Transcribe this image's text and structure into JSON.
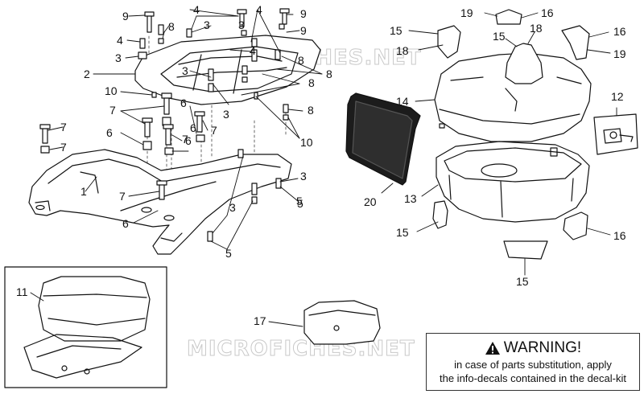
{
  "callouts": [
    {
      "label": "9"
    },
    {
      "label": "4"
    },
    {
      "label": "3"
    },
    {
      "label": "8"
    },
    {
      "label": "4"
    },
    {
      "label": "3"
    },
    {
      "label": "2"
    },
    {
      "label": "10"
    },
    {
      "label": "7"
    },
    {
      "label": "6"
    },
    {
      "label": "7"
    },
    {
      "label": "6"
    },
    {
      "label": "7"
    },
    {
      "label": "6"
    },
    {
      "label": "7"
    },
    {
      "label": "6"
    },
    {
      "label": "7"
    },
    {
      "label": "1"
    },
    {
      "label": "7"
    },
    {
      "label": "6"
    },
    {
      "label": "3"
    },
    {
      "label": "5"
    },
    {
      "label": "5"
    },
    {
      "label": "4"
    },
    {
      "label": "9"
    },
    {
      "label": "3"
    },
    {
      "label": "4"
    },
    {
      "label": "9"
    },
    {
      "label": "8"
    },
    {
      "label": "8"
    },
    {
      "label": "8"
    },
    {
      "label": "3"
    },
    {
      "label": "10"
    },
    {
      "label": "3"
    },
    {
      "label": "5"
    },
    {
      "label": "8"
    },
    {
      "label": "3"
    },
    {
      "label": "19"
    },
    {
      "label": "16"
    },
    {
      "label": "15"
    },
    {
      "label": "18"
    },
    {
      "label": "15"
    },
    {
      "label": "18"
    },
    {
      "label": "16"
    },
    {
      "label": "19"
    },
    {
      "label": "14"
    },
    {
      "label": "12"
    },
    {
      "label": "20"
    },
    {
      "label": "13"
    },
    {
      "label": "15"
    },
    {
      "label": "16"
    },
    {
      "label": "15"
    },
    {
      "label": "11"
    },
    {
      "label": "17"
    }
  ],
  "watermark": {
    "top": "MICROFICHES.NET",
    "bottom": "MICROFICHES.NET"
  },
  "warning": {
    "icon": "warning-triangle-icon",
    "title": "WARNING!",
    "line1": "in case of parts substitution, apply",
    "line2": "the info-decals contained in the decal-kit"
  }
}
